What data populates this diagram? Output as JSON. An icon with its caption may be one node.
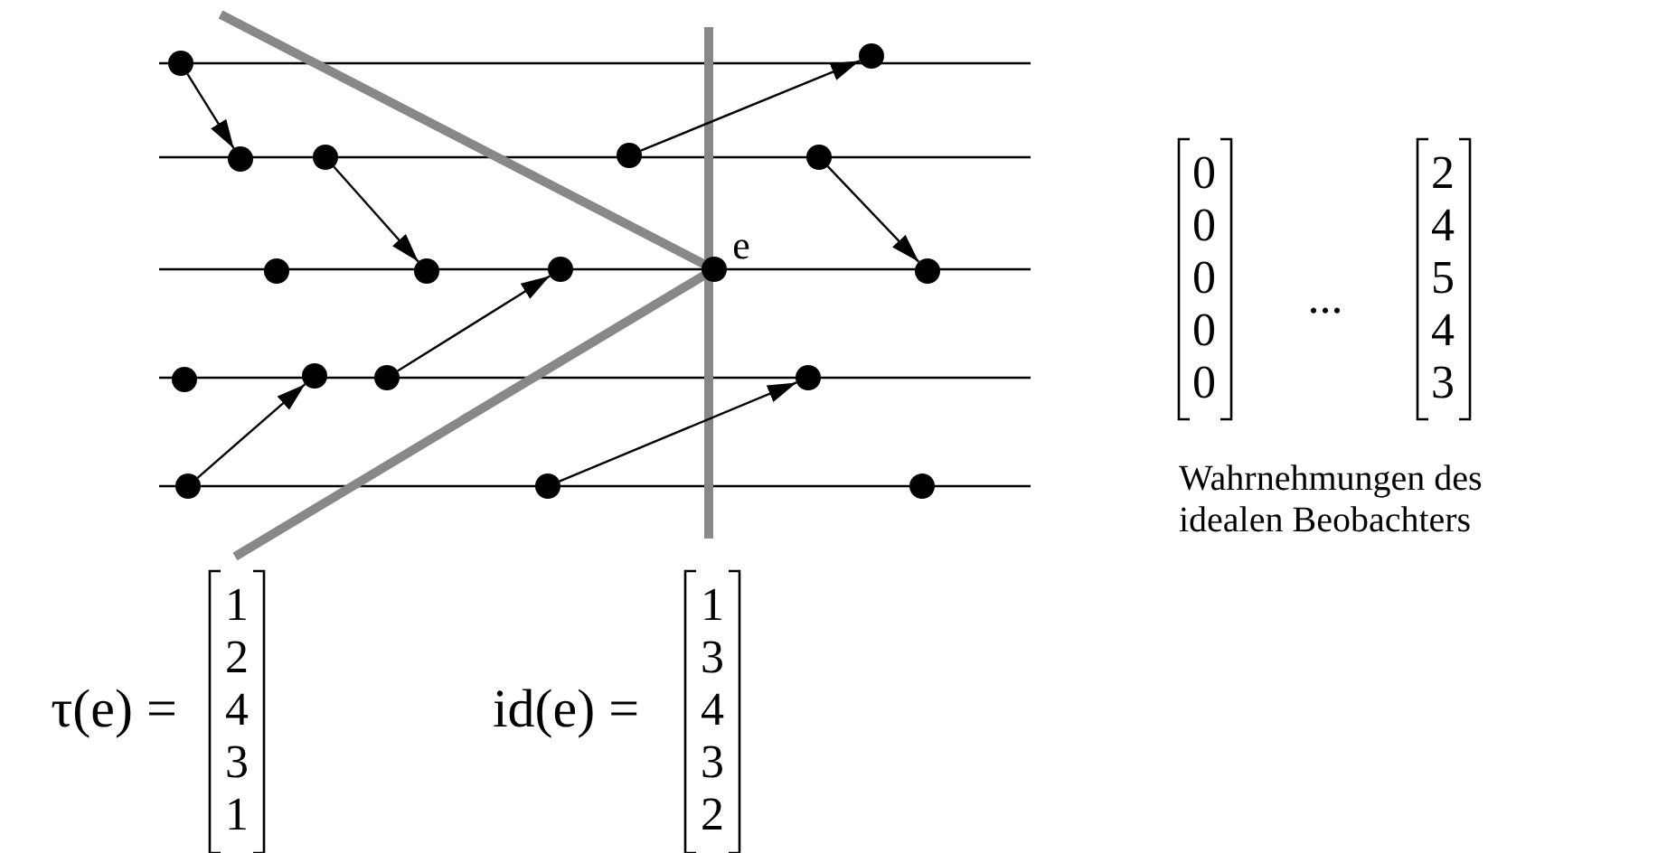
{
  "diagram": {
    "nodes": [
      {
        "text": [],
        "shape": "circle"
      },
      {
        "text": [],
        "shape": "circle"
      },
      {
        "text": [],
        "shape": "circle"
      },
      {
        "text": [],
        "shape": "circle"
      },
      {
        "text": [],
        "shape": "circle"
      },
      {
        "text": [],
        "shape": "circle"
      },
      {
        "text": [],
        "shape": "circle"
      },
      {
        "text": [],
        "shape": "circle"
      },
      {
        "text": [],
        "shape": "circle"
      },
      {
        "text": [],
        "shape": "circle",
        "beside": [
          "e"
        ]
      },
      {
        "text": [],
        "shape": "circle"
      },
      {
        "text": [],
        "shape": "circle"
      },
      {
        "text": [],
        "shape": "circle"
      },
      {
        "text": [],
        "shape": "circle"
      },
      {
        "text": [],
        "shape": "circle"
      },
      {
        "text": [],
        "shape": "circle"
      },
      {
        "text": [],
        "shape": "circle"
      },
      {
        "text": [],
        "shape": "circle"
      }
    ],
    "edges": [
      {
        "from": 0,
        "to": 2,
        "arrow": "to"
      },
      {
        "from": 3,
        "to": 7,
        "arrow": "to"
      },
      {
        "from": 4,
        "to": 1,
        "arrow": "to"
      },
      {
        "from": 5,
        "to": 10,
        "arrow": "to"
      },
      {
        "from": 13,
        "to": 8,
        "arrow": "to"
      },
      {
        "from": 15,
        "to": 12,
        "arrow": "to"
      },
      {
        "from": 16,
        "to": 14,
        "arrow": "to"
      }
    ],
    "labels": [
      "0",
      "0",
      "0",
      "0",
      "0",
      "...",
      "2",
      "4",
      "5",
      "4",
      "3",
      "Wahrnehmungen des idealen Beobachters",
      "τ(e) =",
      "1",
      "2",
      "4",
      "3",
      "1",
      "id(e) =",
      "1",
      "3",
      "4",
      "3",
      "2"
    ]
  }
}
